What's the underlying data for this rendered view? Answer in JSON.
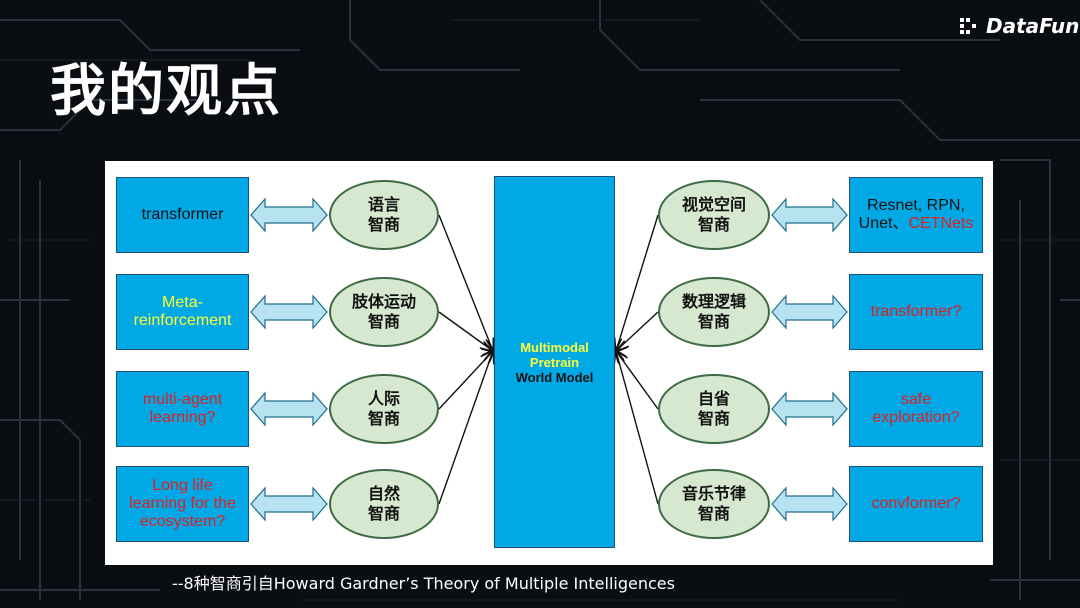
{
  "logo": {
    "text": "DataFun."
  },
  "title": "我的观点",
  "center": {
    "lines": [
      {
        "text": "Multimodal",
        "color": "#ffff33"
      },
      {
        "text": "Pretrain",
        "color": "#ffff33"
      },
      {
        "text": "World Model",
        "color": "#111111"
      }
    ]
  },
  "left_rows": [
    {
      "box_lines": [
        {
          "text": "transformer",
          "color": "#111111"
        }
      ],
      "oval": "语言\n智商"
    },
    {
      "box_lines": [
        {
          "text": "Meta-",
          "color": "#ffff33"
        },
        {
          "text": "reinforcement",
          "color": "#ffff33"
        }
      ],
      "oval": "肢体运动\n智商"
    },
    {
      "box_lines": [
        {
          "text": "multi-agent",
          "color": "#e02020"
        },
        {
          "text": "learning?",
          "color": "#e02020"
        }
      ],
      "oval": "人际\n智商"
    },
    {
      "box_lines": [
        {
          "text": "Long life",
          "color": "#e02020"
        },
        {
          "text": "learning for the",
          "color": "#e02020"
        },
        {
          "text": "ecosystem?",
          "color": "#e02020"
        }
      ],
      "oval": "自然\n智商"
    }
  ],
  "right_rows": [
    {
      "oval": "视觉空间\n智商",
      "box_lines": [
        {
          "text": "Resnet, RPN,",
          "color": "#111111"
        },
        {
          "text": "Unet、",
          "color": "#111111",
          "inline_next": true
        },
        {
          "text": "CETNets",
          "color": "#e02020"
        }
      ]
    },
    {
      "oval": "数理逻辑\n智商",
      "box_lines": [
        {
          "text": "transformer?",
          "color": "#e02020"
        }
      ]
    },
    {
      "oval": "自省\n智商",
      "box_lines": [
        {
          "text": "safe",
          "color": "#e02020"
        },
        {
          "text": "exploration?",
          "color": "#e02020"
        }
      ]
    },
    {
      "oval": "音乐节律\n智商",
      "box_lines": [
        {
          "text": "convformer?",
          "color": "#e02020"
        }
      ]
    }
  ],
  "footnote": "--8种智商引自Howard Gardner’s Theory of Multiple Intelligences",
  "colors": {
    "box_fill": "#00a9e6",
    "oval_fill": "#d6e8cf",
    "arrow_fill": "#b7e3f0",
    "background": "#0a0d12"
  }
}
